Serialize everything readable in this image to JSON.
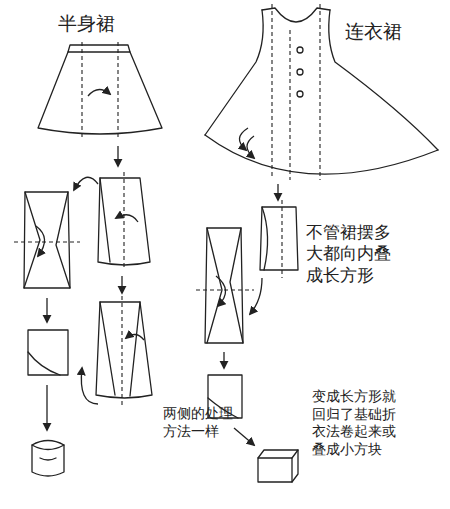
{
  "diagram": {
    "labels": [
      "半身裙",
      "连衣裙",
      "不管裙摆多大都向内叠成长方形",
      "两侧的处理方法一样",
      "变成长方形就回归了基础折衣法卷起来或叠成小方块"
    ]
  }
}
